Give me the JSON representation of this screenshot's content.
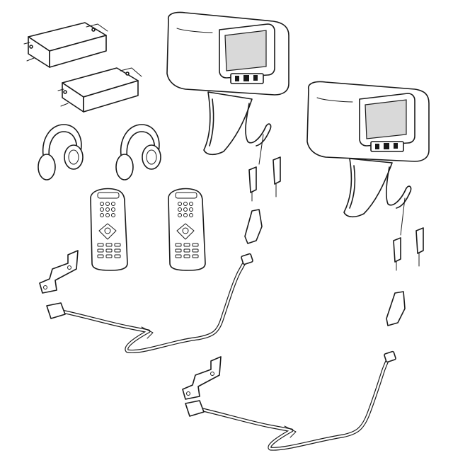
{
  "diagram": {
    "parts": [
      {
        "id": "dvd-player-module-1",
        "icon": "control-module"
      },
      {
        "id": "dvd-player-module-2",
        "icon": "control-module"
      },
      {
        "id": "headrest-monitor-left",
        "icon": "headrest-screen"
      },
      {
        "id": "headrest-monitor-right",
        "icon": "headrest-screen"
      },
      {
        "id": "wireless-headphones-1",
        "icon": "headphones"
      },
      {
        "id": "wireless-headphones-2",
        "icon": "headphones"
      },
      {
        "id": "remote-control-1",
        "icon": "remote"
      },
      {
        "id": "remote-control-2",
        "icon": "remote"
      },
      {
        "id": "wiring-harness-left",
        "icon": "harness"
      },
      {
        "id": "wiring-harness-right",
        "icon": "harness"
      }
    ],
    "colors": {
      "line": "#1a1a1a",
      "background": "#ffffff",
      "screen": "#d9d9d9"
    }
  }
}
